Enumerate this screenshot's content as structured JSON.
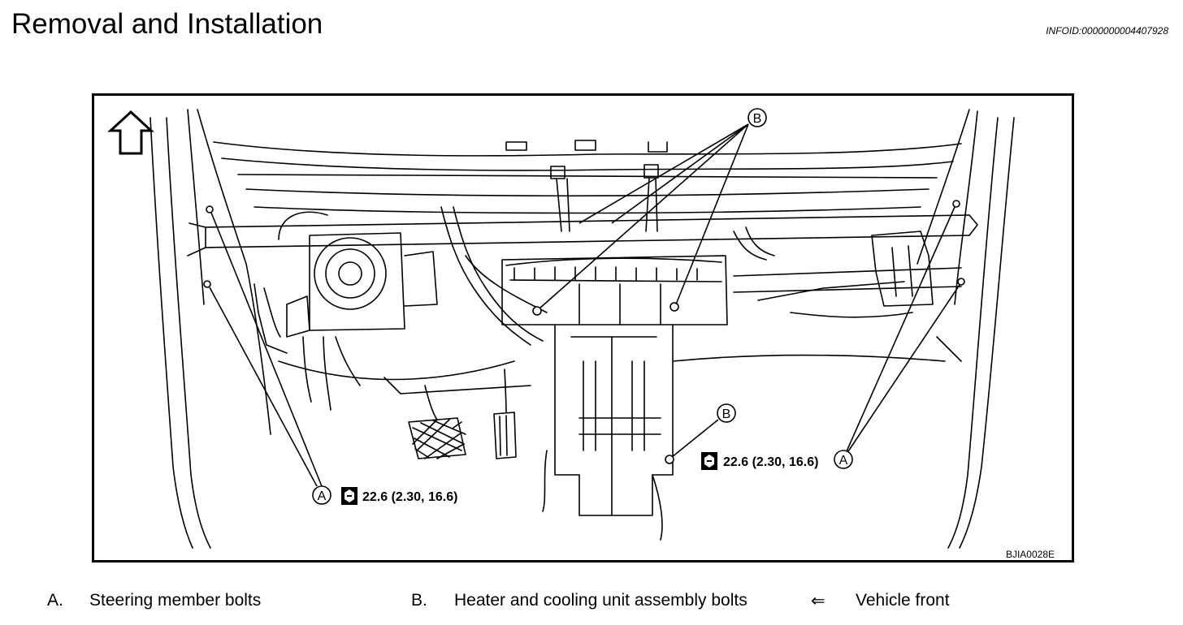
{
  "header": {
    "title": "Removal and Installation",
    "info_id": "INFOID:0000000004407928"
  },
  "figure": {
    "figure_id": "BJIA0028E",
    "callouts": {
      "a": "A",
      "b": "B"
    },
    "torque_left": "22.6 (2.30, 16.6)",
    "torque_right": "22.6 (2.30, 16.6)"
  },
  "legend": {
    "a_letter": "A.",
    "a_text": "Steering member bolts",
    "b_letter": "B.",
    "b_text": "Heater and cooling unit assembly bolts",
    "front_symbol": "⇐",
    "front_text": "Vehicle front"
  }
}
